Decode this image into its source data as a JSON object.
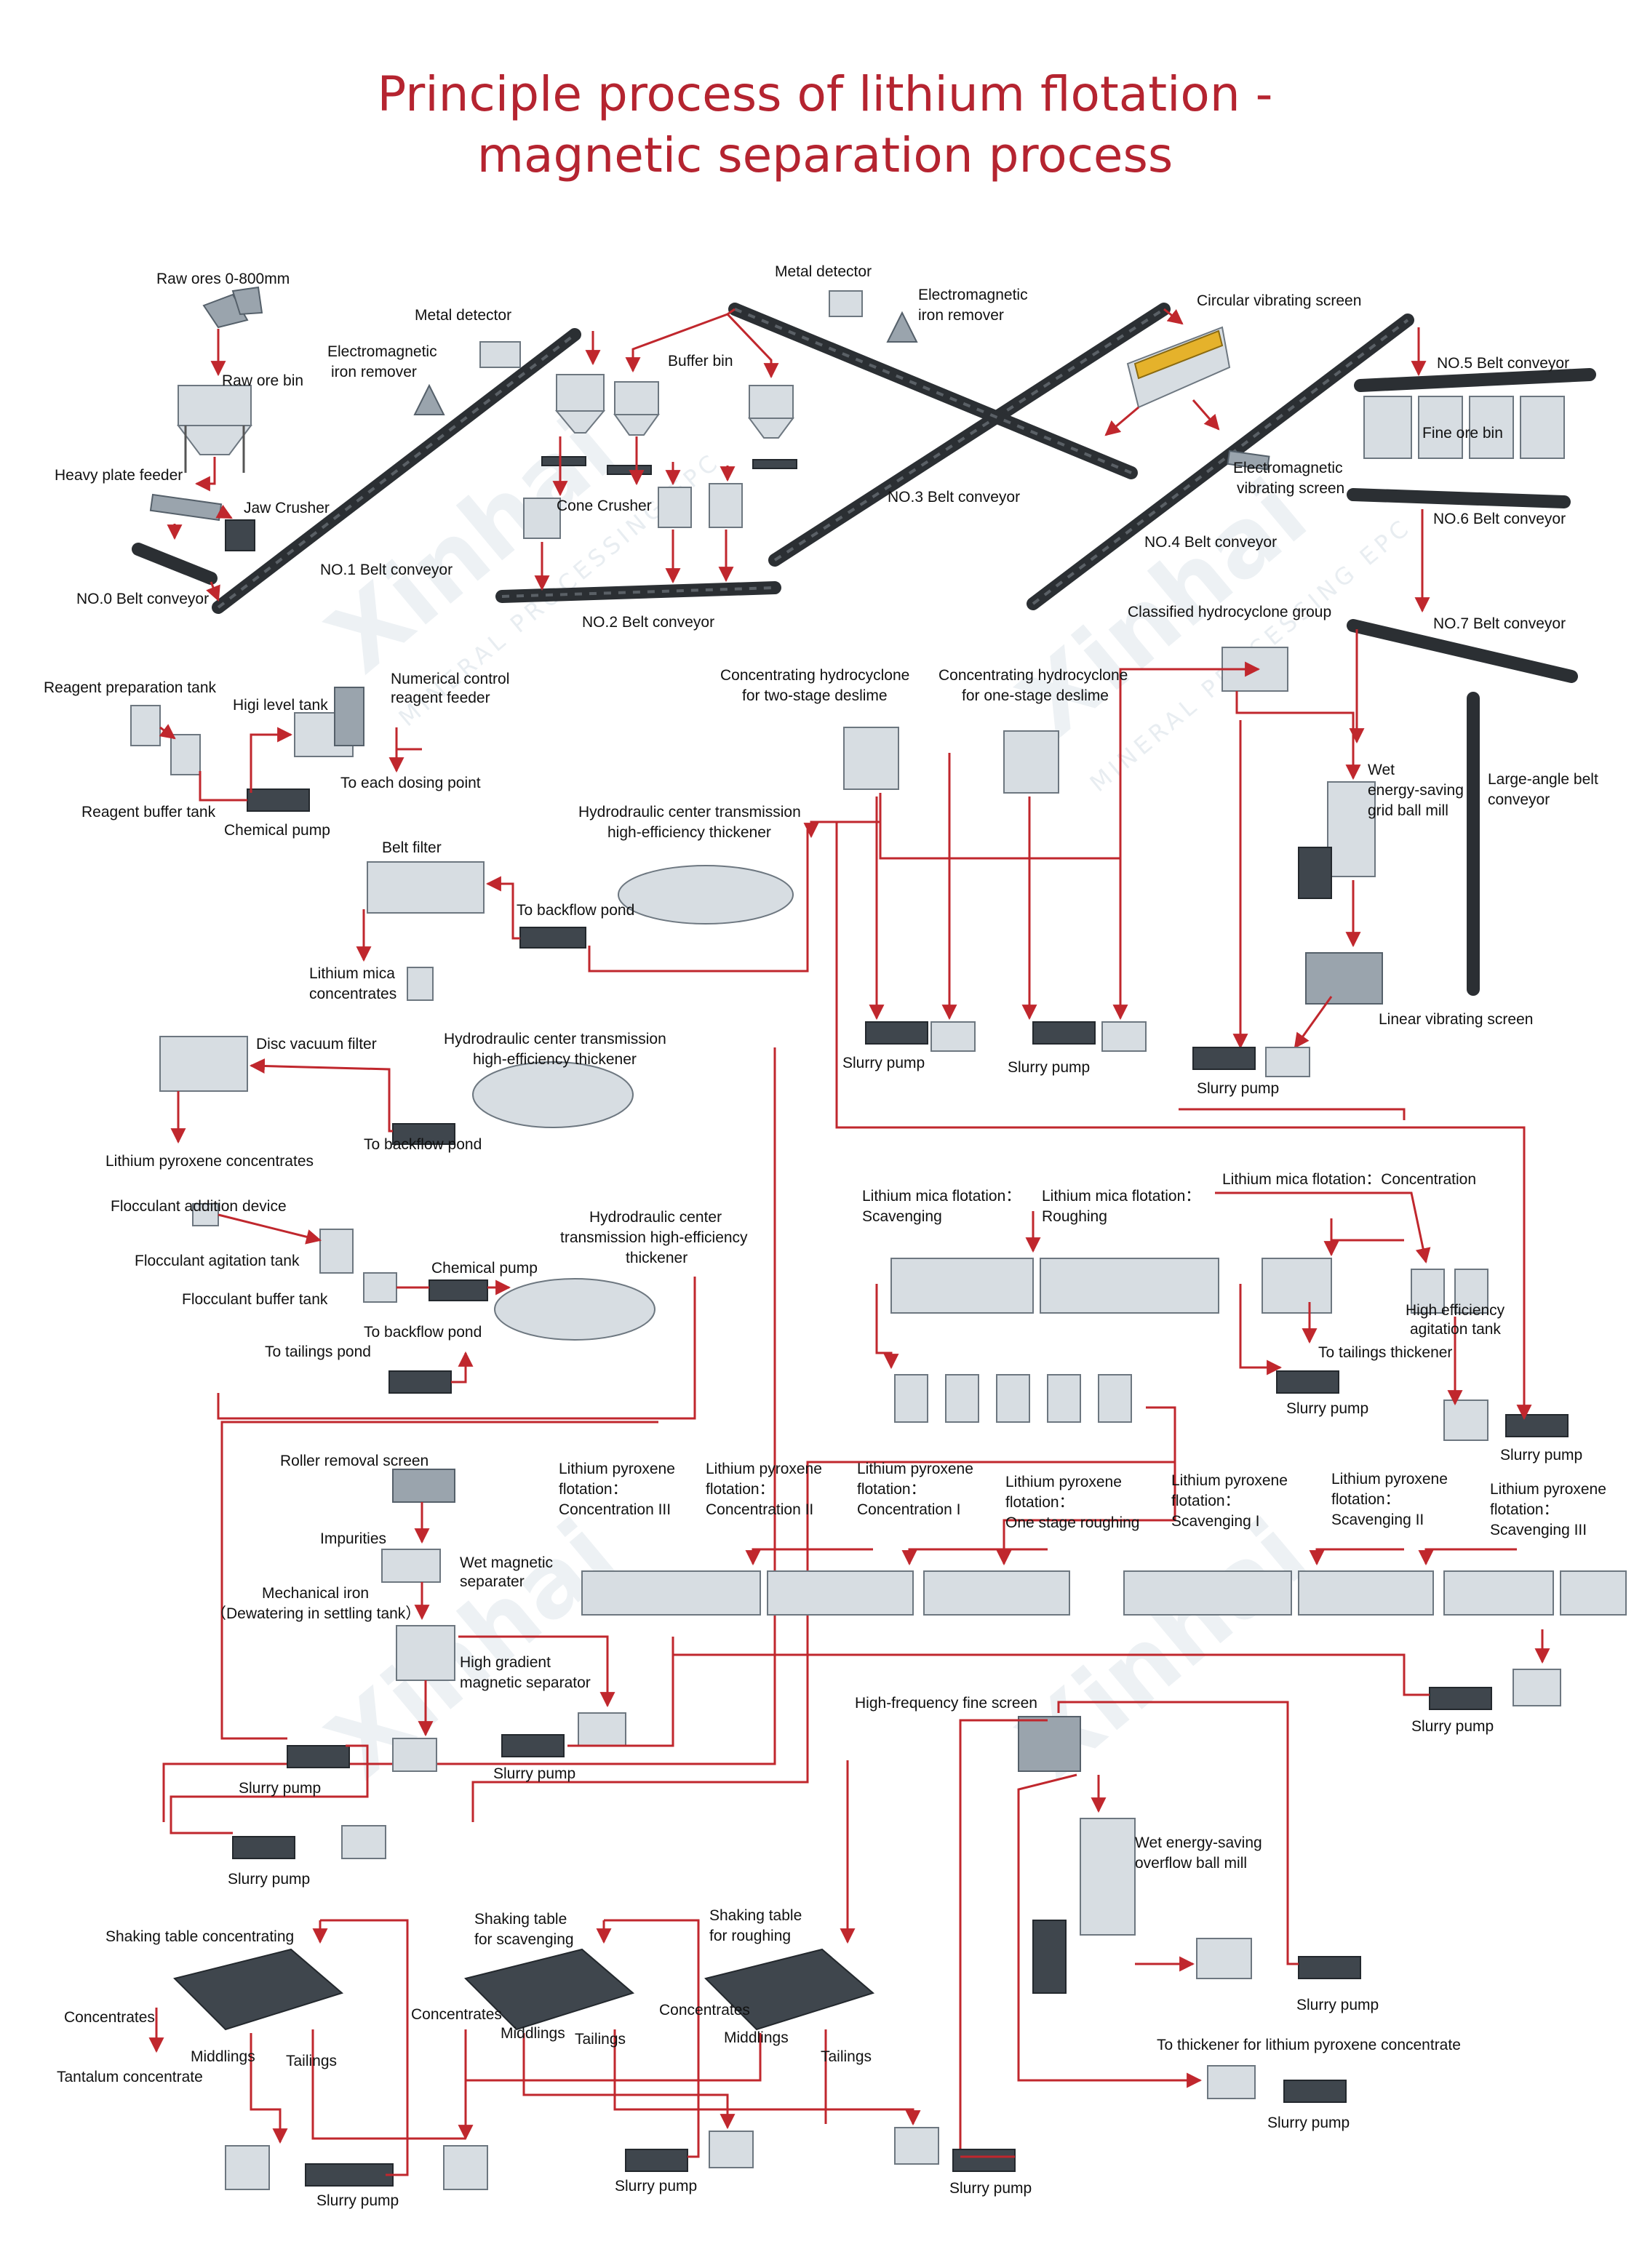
{
  "title": {
    "line1": "Principle process of lithium flotation -",
    "line2": "magnetic separation process"
  },
  "watermark": {
    "brand": "Xinhai",
    "sub": "MINERAL PROCESSING EPC"
  },
  "colors": {
    "title": "#b52430",
    "flow": "#c0272d",
    "equipment": "#d7dde2",
    "belt": "#2b2f33"
  },
  "labels": {
    "raw_ores": "Raw ores  0-800mm",
    "raw_ore_bin": "Raw ore bin",
    "heavy_plate_feeder": "Heavy plate feeder",
    "jaw_crusher": "Jaw Crusher",
    "no0_belt": "NO.0 Belt conveyor",
    "metal_detector_1": "Metal detector",
    "em_iron_remover_1a": "Electromagnetic",
    "em_iron_remover_1b": "iron remover",
    "no1_belt": "NO.1 Belt conveyor",
    "buffer_bin": "Buffer bin",
    "cone_crusher": "Cone Crusher",
    "no2_belt": "NO.2 Belt conveyor",
    "metal_detector_2": "Metal detector",
    "em_iron_remover_2a": "Electromagnetic",
    "em_iron_remover_2b": "iron remover",
    "no3_belt": "NO.3 Belt conveyor",
    "circular_screen": "Circular vibrating screen",
    "no5_belt": "NO.5 Belt conveyor",
    "fine_ore_bin": "Fine ore bin",
    "em_vib_screen_a": "Electromagnetic",
    "em_vib_screen_b": "vibrating screen",
    "no6_belt": "NO.6 Belt conveyor",
    "no4_belt": "NO.4 Belt conveyor",
    "classified_cyclone": "Classified hydrocyclone group",
    "no7_belt": "NO.7 Belt conveyor",
    "reagent_prep": "Reagent preparation tank",
    "high_level_tank": "Higi level tank",
    "nc_feeder_a": "Numerical control",
    "nc_feeder_b": "reagent feeder",
    "each_dosing": "To each dosing point",
    "reagent_buffer": "Reagent buffer tank",
    "chemical_pump_1": "Chemical pump",
    "cyclone_two_a": "Concentrating hydrocyclone",
    "cyclone_two_b": "for two-stage deslime",
    "cyclone_one_a": "Concentrating hydrocyclone",
    "cyclone_one_b": "for one-stage deslime",
    "wet_grid_mill_a": "Wet",
    "wet_grid_mill_b": "energy-saving",
    "wet_grid_mill_c": "grid ball mill",
    "large_angle_a": "Large-angle belt",
    "large_angle_b": "conveyor",
    "belt_filter": "Belt filter",
    "thickener_1a": "Hydrodraulic center transmission",
    "thickener_1b": "high-efficiency thickener",
    "backflow_1": "To backflow pond",
    "li_mica_conc_a": "Lithium mica",
    "li_mica_conc_b": "concentrates",
    "slurry_pump_1": "Slurry pump",
    "slurry_pump_2": "Slurry pump",
    "linear_screen": "Linear vibrating screen",
    "slurry_pump_3": "Slurry pump",
    "disc_filter": "Disc vacuum filter",
    "thickener_2a": "Hydrodraulic center transmission",
    "thickener_2b": "high-efficiency thickener",
    "backflow_2": "To backflow pond",
    "li_pyroxene_conc": "Lithium pyroxene concentrates",
    "flocculant_add": "Flocculant addition device",
    "flocculant_agit": "Flocculant agitation tank",
    "flocculant_buffer": "Flocculant buffer tank",
    "chemical_pump_2": "Chemical pump",
    "thickener_3a": "Hydrodraulic center",
    "thickener_3b": "transmission high-efficiency",
    "thickener_3c": "thickener",
    "backflow_3": "To backflow pond",
    "tailings_pond": "To tailings pond",
    "mica_scav_a": "Lithium mica flotation：",
    "mica_scav_b": "Scavenging",
    "mica_rough_a": "Lithium mica flotation：",
    "mica_rough_b": "Roughing",
    "mica_conc": "Lithium mica flotation：Concentration",
    "he_agit_a": "High efficiency",
    "he_agit_b": "agitation tank",
    "tailings_thickener": "To tailings thickener",
    "slurry_pump_4": "Slurry pump",
    "slurry_pump_5": "Slurry pump",
    "roller_screen": "Roller removal screen",
    "impurities": "Impurities",
    "wet_mag_a": "Wet magnetic",
    "wet_mag_b": "separater",
    "mech_iron_a": "Mechanical iron",
    "mech_iron_b": "（Dewatering in settling tank）",
    "hg_mag_a": "High gradient",
    "hg_mag_b": "magnetic separator",
    "py_c3_a": "Lithium pyroxene",
    "py_c3_b": "flotation：",
    "py_c3_c": "Concentration III",
    "py_c2_a": "Lithium pyroxene",
    "py_c2_b": "flotation：",
    "py_c2_c": "Concentration II",
    "py_c1_a": "Lithium pyroxene",
    "py_c1_b": "flotation：",
    "py_c1_c": "Concentration I",
    "py_r_a": "Lithium pyroxene",
    "py_r_b": "flotation：",
    "py_r_c": "One stage roughing",
    "py_s1_a": "Lithium pyroxene",
    "py_s1_b": "flotation：",
    "py_s1_c": "Scavenging I",
    "py_s2_a": "Lithium pyroxene",
    "py_s2_b": "flotation：",
    "py_s2_c": "Scavenging II",
    "py_s3_a": "Lithium pyroxene",
    "py_s3_b": "flotation：",
    "py_s3_c": "Scavenging III",
    "slurry_pump_6": "Slurry pump",
    "slurry_pump_7": "Slurry pump",
    "slurry_pump_8": "Slurry pump",
    "hf_screen": "High-frequency fine screen",
    "slurry_pump_9": "Slurry pump",
    "overflow_mill_a": "Wet energy-saving",
    "overflow_mill_b": "overflow ball mill",
    "slurry_pump_10": "Slurry pump",
    "to_thickener_py": "To thickener for lithium pyroxene concentrate",
    "slurry_pump_11": "Slurry pump",
    "st_conc": "Shaking table concentrating",
    "st_scav_a": "Shaking table",
    "st_scav_b": "for scavenging",
    "st_rough_a": "Shaking table",
    "st_rough_b": "for roughing",
    "concentrates_1": "Concentrates",
    "tantalum": "Tantalum concentrate",
    "middlings_1": "Middlings",
    "tailings_1": "Tailings",
    "concentrates_2": "Concentrates",
    "middlings_2": "Middlings",
    "tailings_2": "Tailings",
    "concentrates_3": "Concentrates",
    "middlings_3": "Middlings",
    "tailings_3": "Tailings",
    "slurry_pump_12": "Slurry pump",
    "slurry_pump_13": "Slurry pump",
    "slurry_pump_14": "Slurry pump"
  }
}
